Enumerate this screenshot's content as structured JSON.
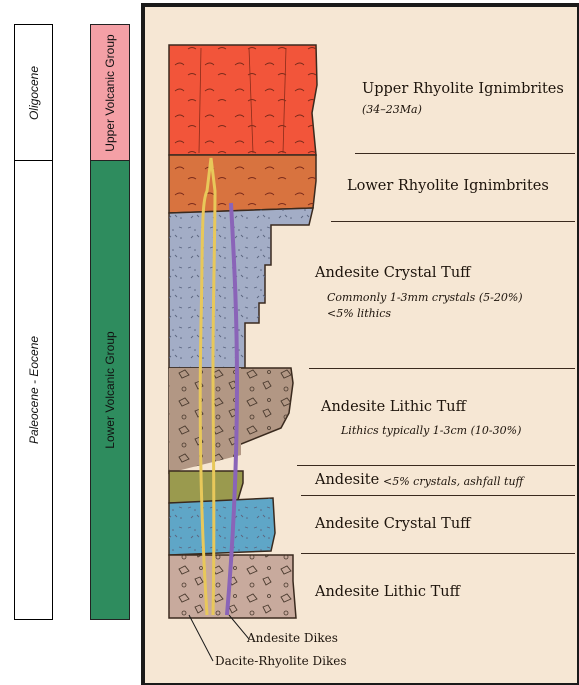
{
  "epochs": [
    {
      "name": "Oligocene"
    },
    {
      "name": "Paleocene - Eocene"
    }
  ],
  "groups": [
    {
      "name": "Upper Volcanic Group",
      "color": "#f4a0a6"
    },
    {
      "name": "Lower Volcanic Group",
      "color": "#2e8c5e"
    }
  ],
  "units": [
    {
      "name": "Upper Rhyolite Ignimbrites",
      "note": "(34–23Ma)",
      "color": "#f2553a"
    },
    {
      "name": "Lower Rhyolite Ignimbrites",
      "note": "",
      "color": "#d8733f"
    },
    {
      "name": "Andesite Crystal Tuff",
      "note": "Commonly 1-3mm crystals (5-20%)",
      "note2": "<5% lithics",
      "color": "#a3adc6"
    },
    {
      "name": "Andesite Lithic Tuff",
      "note": "Lithics typically 1-3cm (10-30%)",
      "color": "#b29784"
    },
    {
      "name": "Andesite",
      "note": "<5% crystals, ashfall tuff",
      "color": "#9a9a4e"
    },
    {
      "name": "Andesite Crystal Tuff",
      "note": "",
      "color": "#5fa6c7"
    },
    {
      "name": "Andesite Lithic Tuff",
      "note": "",
      "color": "#c8aa9d"
    }
  ],
  "dikes": [
    {
      "name": "Andesite Dikes",
      "color": "#8a64b8"
    },
    {
      "name": "Dacite-Rhyolite Dikes",
      "color": "#e8c85a"
    }
  ],
  "colors": {
    "background": "#f6e7d4",
    "frame": "#1a1a1a",
    "outline": "#3a2a1e"
  }
}
